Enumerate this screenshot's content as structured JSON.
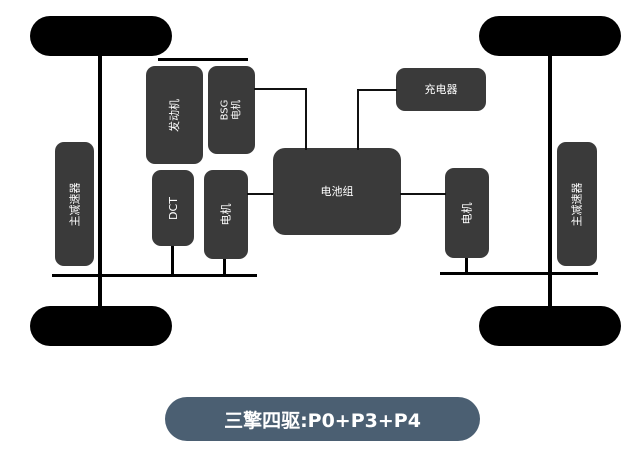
{
  "diagram": {
    "title": "三擎四驱:P0+P3+P4",
    "components": {
      "engine": "发动机",
      "bsg_motor": "BSG\n电机",
      "dct": "DCT",
      "front_motor": "电机",
      "battery": "电池组",
      "charger": "充电器",
      "rear_motor": "电机",
      "front_reducer": "主减速器",
      "rear_reducer": "主减速器"
    }
  }
}
